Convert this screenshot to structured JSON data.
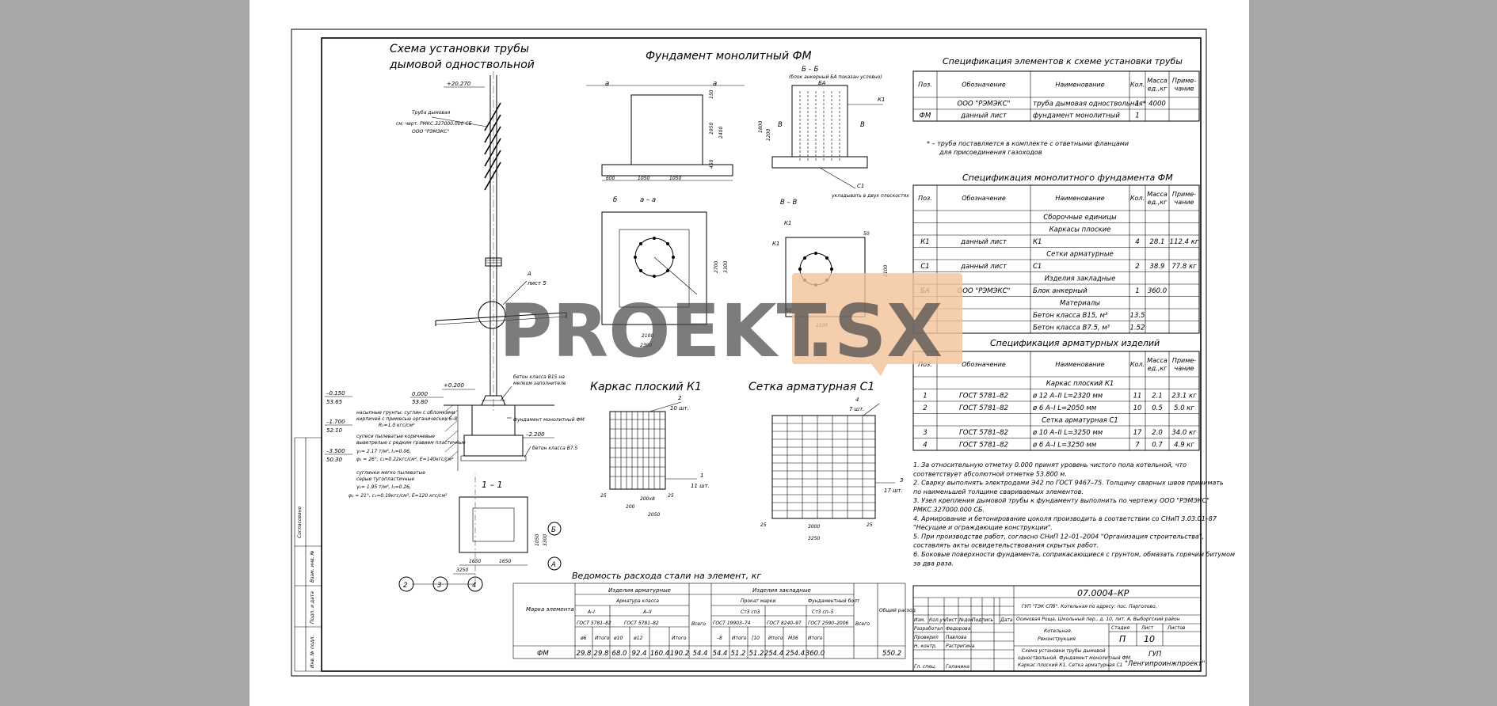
{
  "titles": {
    "chimney_scheme_1": "Схема установки трубы",
    "chimney_scheme_2": "дымовой одноствольной",
    "foundation": "Фундамент монолитный ФМ",
    "frame_k1": "Каркас плоский К1",
    "mesh_c1": "Сетка арматурная С1",
    "steel_statement": "Ведомость расхода стали на элемент, кг",
    "spec_chimney": "Спецификация элементов к схеме установки трубы",
    "spec_foundation": "Спецификация монолитного фундамента ФМ",
    "spec_rebar": "Спецификация арматурных изделий"
  },
  "section_labels": {
    "bb": "Б – Б",
    "bb_note": "(блок анкерный БА показан условно)",
    "aa": "а – а",
    "vv": "В – В",
    "s11": "1 – 1",
    "a_left": "а",
    "a_right": "а",
    "b_mark": "б",
    "v_mark": "В",
    "k1_mark": "К1",
    "ba_mark": "БА",
    "c1_mark": "С1",
    "c1_note": "укладывать в двух плоскостях",
    "node_a": "А",
    "node_a_sheet": "лист 5"
  },
  "chimney_labels": {
    "elev_top": "+20.270",
    "pipe_1": "Труба дымовая",
    "pipe_2": "см. черт. РМКС.327000.000 СБ",
    "pipe_3": "ООО \"РЭМЭКС\"",
    "elev_0200": "+0.200",
    "elev_0000": "0.000",
    "elev_0000_abs": "53.80",
    "elev_m0150": "–0.150",
    "elev_m0150_abs": "53.65",
    "elev_m1700": "–1.700",
    "elev_m1700_abs": "52.10",
    "elev_m2200": "–2.200",
    "elev_m3500": "–3.500",
    "elev_m3500_abs": "50.30",
    "concrete_b15_1": "бетон класса В15 на",
    "concrete_b15_2": "мелком заполнителе",
    "fm_label": "фундамент монолитный ФМ",
    "concrete_b75": "бетон класса В7.5",
    "soil1_1": "насыпные грунты: суглин с обломками",
    "soil1_2": "кирпичей с примесью органических 6–8",
    "soil1_3": "R₀=1.0 кгс/см²",
    "soil2_1": "супеси пылеватые коричневые",
    "soil2_2": "выветрелые с редким гравием пластичные",
    "soil2_3": "γ₁= 2.17 т/м³, I₁=0.06,",
    "soil2_4": "φ₁ = 26°, c₁=0.22кгс/см², Е=140кгс/см²",
    "soil3_1": "суглинки мягко пылеватые",
    "soil3_2": "серые тугопластичные",
    "soil3_3": "γ₁= 1.95 т/м³, I₁=0.26,",
    "soil3_4": "φ₁ = 21°, c₁=0.19кгс/см², Е=120 кгс/см²",
    "axis_2": "2",
    "axis_3": "3",
    "axis_4": "4",
    "axis_b": "Б",
    "axis_a": "А"
  },
  "dimensions": {
    "d600": "600",
    "d1050a": "1050",
    "d1050b": "1050",
    "d450": "450",
    "d1950": "1950",
    "d2400": "2400",
    "d150": "150",
    "d1200": "1200",
    "d1800": "1800",
    "d2100a": "2100",
    "d2100b": "2100",
    "d2100c": "2100",
    "d2700": "2700",
    "d2400b": "2400",
    "d3300": "3300",
    "d2300": "2300",
    "d1650a": "1650",
    "d1650b": "1650",
    "d3250": "3250",
    "d1050c": "1050",
    "d3300b": "3300",
    "d2050": "2050",
    "d200": "200",
    "d200x8": "200х8",
    "d3000": "3000",
    "d3250b": "3250",
    "d25": "25",
    "d50": "50",
    "d10sht": "10 шт.",
    "d11sht": "11 шт.",
    "d7sht": "7 шт.",
    "d17sht": "17 шт.",
    "m1": "1",
    "m2": "2",
    "m3": "3",
    "m4": "4"
  },
  "spec_chimney": {
    "headers": [
      "Поз.",
      "Обозначение",
      "Наименование",
      "Кол.",
      "Масса ед.,кг",
      "Приме- чание"
    ],
    "rows": [
      [
        "",
        "ООО \"РЭМЭКС\"",
        "труба дымовая одноствольная*",
        "1",
        "4000",
        ""
      ],
      [
        "ФМ",
        "данный лист",
        "фундамент монолитный",
        "1",
        "",
        ""
      ]
    ],
    "footnote_1": "* – труба поставляется в комплекте с ответными фланцами",
    "footnote_2": "для присоединения газоходов"
  },
  "spec_foundation": {
    "headers": [
      "Поз.",
      "Обозначение",
      "Наименование",
      "Кол.",
      "Масса ед.,кг",
      "Приме- чание"
    ],
    "rows": [
      [
        "",
        "",
        "Сборочные единицы",
        "",
        "",
        ""
      ],
      [
        "",
        "",
        "Каркасы плоские",
        "",
        "",
        ""
      ],
      [
        "К1",
        "данный лист",
        "К1",
        "4",
        "28.1",
        "112.4 кг"
      ],
      [
        "",
        "",
        "Сетки арматурные",
        "",
        "",
        ""
      ],
      [
        "С1",
        "данный лист",
        "С1",
        "2",
        "38.9",
        "77.8 кг"
      ],
      [
        "",
        "",
        "Изделия закладные",
        "",
        "",
        ""
      ],
      [
        "БА",
        "ООО \"РЭМЭКС\"",
        "Блок анкерный",
        "1",
        "360.0",
        ""
      ],
      [
        "",
        "",
        "Материалы",
        "",
        "",
        ""
      ],
      [
        "",
        "",
        "Бетон класса В15, м³",
        "13.5",
        "",
        ""
      ],
      [
        "",
        "",
        "Бетон класса В7.5, м³",
        "1.52",
        "",
        ""
      ]
    ]
  },
  "spec_rebar": {
    "headers": [
      "Поз.",
      "Обозначение",
      "Наименование",
      "Кол.",
      "Масса ед.,кг",
      "Приме- чание"
    ],
    "rows": [
      [
        "",
        "",
        "Каркас плоский К1",
        "",
        "",
        ""
      ],
      [
        "1",
        "ГОСТ 5781–82",
        "ø 12 А–II  L=2320 мм",
        "11",
        "2.1",
        "23.1 кг"
      ],
      [
        "2",
        "ГОСТ 5781–82",
        "ø 6  А–I  L=2050 мм",
        "10",
        "0.5",
        "5.0 кг"
      ],
      [
        "",
        "",
        "Сетка арматурная С1",
        "",
        "",
        ""
      ],
      [
        "3",
        "ГОСТ 5781–82",
        "ø 10 А–II  L=3250 мм",
        "17",
        "2.0",
        "34.0 кг"
      ],
      [
        "4",
        "ГОСТ 5781–82",
        "ø 6  А–I  L=3250 мм",
        "7",
        "0.7",
        "4.9 кг"
      ]
    ]
  },
  "notes": [
    "1. За относительную отметку 0.000 принят уровень чистого пола котельной, что",
    "соответствует абсолютной отметке 53.800 м.",
    "2. Сварку выполнять электродами Э42 по ГОСТ 9467–75. Толщину сварных швов принимать",
    "по наименьшей толщине свариваемых элементов.",
    "3. Узел крепления дымовой трубы к фундаменту выполнить по чертежу ООО \"РЭМЭКС\"",
    "РМКС.327000.000 СБ.",
    "4. Армирование и бетонирование цоколя производить в соответствии со СНиП 3.03.01–87",
    "\"Несущие и ограждающие конструкции\".",
    "5. При производстве работ, согласно СНиП 12–01–2004 \"Организация строительства\",",
    "составлять акты освидетельствования скрытых работ.",
    "6. Боковые поверхности фундамента, соприкасающиеся с грунтом, обмазать горячим битумом",
    "за два раза."
  ],
  "steel_statement": {
    "col_mark": "Марка элемента",
    "grp_rebar": "Изделия арматурные",
    "rebar_class": "Арматура класса",
    "cls_a1": "А–I",
    "cls_a2": "А–II",
    "gost_a1": "ГОСТ 5781–82",
    "gost_a2": "ГОСТ 5781–82",
    "h_6": "ø6",
    "h_itogo1": "Итого",
    "h_10": "ø10",
    "h_12": "ø12",
    "h_itogo2": "Итого",
    "h_vsego1": "Всего",
    "grp_embed": "Изделия закладные",
    "prokat": "Прокат марки",
    "bolt": "Фундаментный болт",
    "st3": "Ст3 сп3",
    "st3b": "Ст3 сп–5",
    "gost_19903": "ГОСТ 19903–74",
    "gost_8240": "ГОСТ 8240–97",
    "gost_2590": "ГОСТ 2590–2006",
    "h_m8": "–8",
    "h_itogo3": "Итого",
    "h_c10": "[10",
    "h_itogo4": "Итого",
    "h_m36": "М36",
    "h_itogo5": "Итого",
    "h_vsego2": "Всего",
    "h_total": "Общий расход",
    "row_mark": "ФМ",
    "row_values": [
      "29.8",
      "29.8",
      "68.0",
      "92.4",
      "160.4",
      "190.2",
      "54.4",
      "54.4",
      "51.2",
      "51.2",
      "254.4",
      "254.4",
      "360.0",
      "550.2"
    ]
  },
  "stamp": {
    "code": "07.0004–КР",
    "org_line_1": "ГУП \"ТЭК СПб\". Котельная по адресу: пос. Парголово,",
    "org_line_2": "Осиновая Роща, Школьный пер., д. 10, лит. А, Выборгский район",
    "object_1": "Котельная.",
    "object_2": "Реконструкция",
    "stage_h": "Стадия",
    "sheet_h": "Лист",
    "sheets_h": "Листов",
    "stage": "П",
    "sheet": "10",
    "sheets": "",
    "desc_1": "Схема установки трубы дымовой",
    "desc_2": "одноствольной. Фундамент монолитный ФМ.",
    "desc_3": "Каркас плоский К1. Сетка арматурная С1",
    "company_1": "ГУП",
    "company_2": "\"Ленгипроинжпроект\"",
    "hdr_izm": "Изм.",
    "hdr_kol": "Кол.уч",
    "hdr_list": "Лист",
    "hdr_doc": "№док",
    "hdr_sign": "Подпись",
    "hdr_date": "Дата",
    "r1_role": "Разработал",
    "r1_name": "Федорова",
    "r2_role": "Проверил",
    "r2_name": "Павлова",
    "r3_role": "Н. контр.",
    "r3_name": "Растригина",
    "r4_role": "Гл. спец.",
    "r4_name": "Галанина"
  },
  "side_stamp": {
    "agreed": "Согласовано",
    "inv_replace": "Взам. инв. №",
    "sign_date": "Подп. и дата",
    "inv_orig": "Инв. № подл."
  },
  "watermark": {
    "text_1": "PROEKT",
    "text_2": ".SX"
  }
}
